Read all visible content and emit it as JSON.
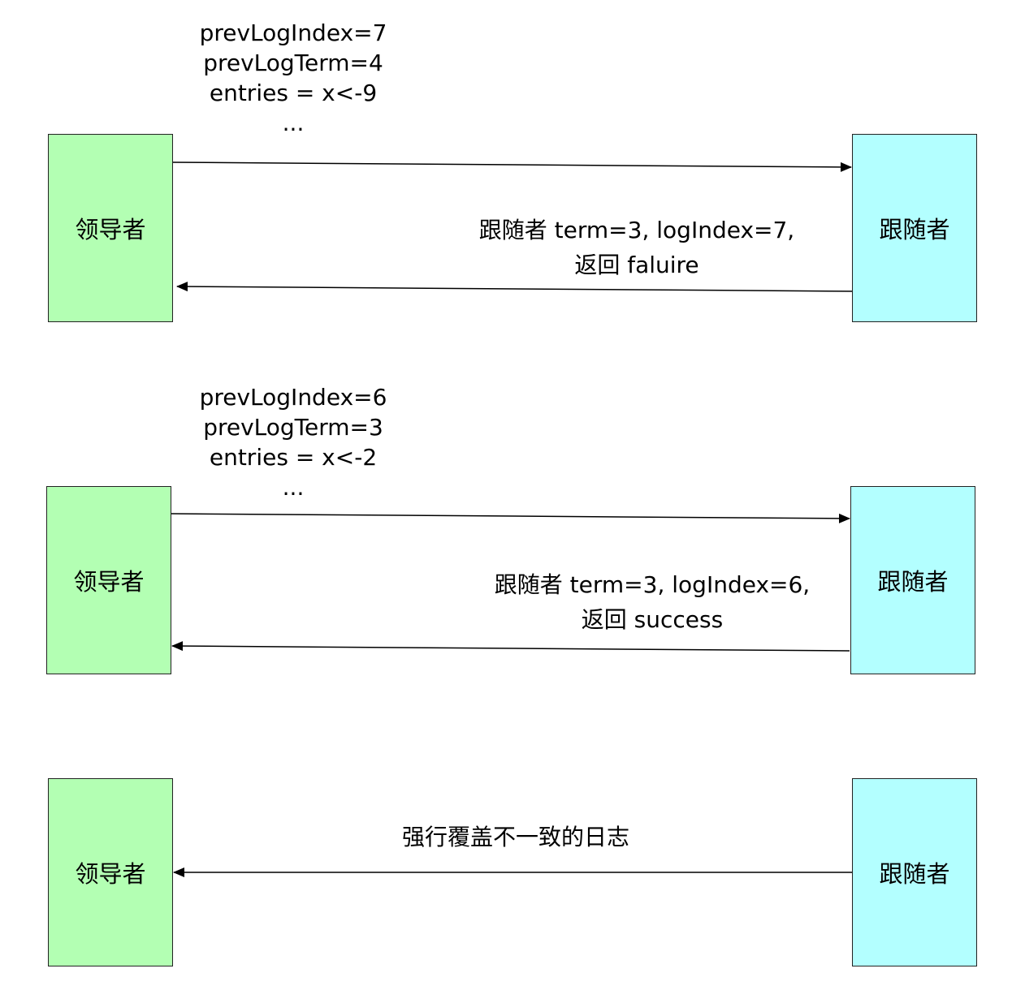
{
  "rows": [
    {
      "leader": "领导者",
      "follower": "跟随者",
      "request_lines": [
        "prevLogIndex=7",
        "prevLogTerm=4",
        "entries = x<-9",
        "..."
      ],
      "response_lines": [
        "跟随者 term=3, logIndex=7,",
        "返回 faluire"
      ]
    },
    {
      "leader": "领导者",
      "follower": "跟随者",
      "request_lines": [
        "prevLogIndex=6",
        "prevLogTerm=3",
        "entries = x<-2",
        "..."
      ],
      "response_lines": [
        "跟随者 term=3, logIndex=6,",
        "返回 success"
      ]
    },
    {
      "leader": "领导者",
      "follower": "跟随者",
      "action": "强行覆盖不一致的日志"
    }
  ],
  "colors": {
    "leader": "#b3ffb3",
    "follower": "#b3ffff",
    "stroke": "#222222"
  }
}
